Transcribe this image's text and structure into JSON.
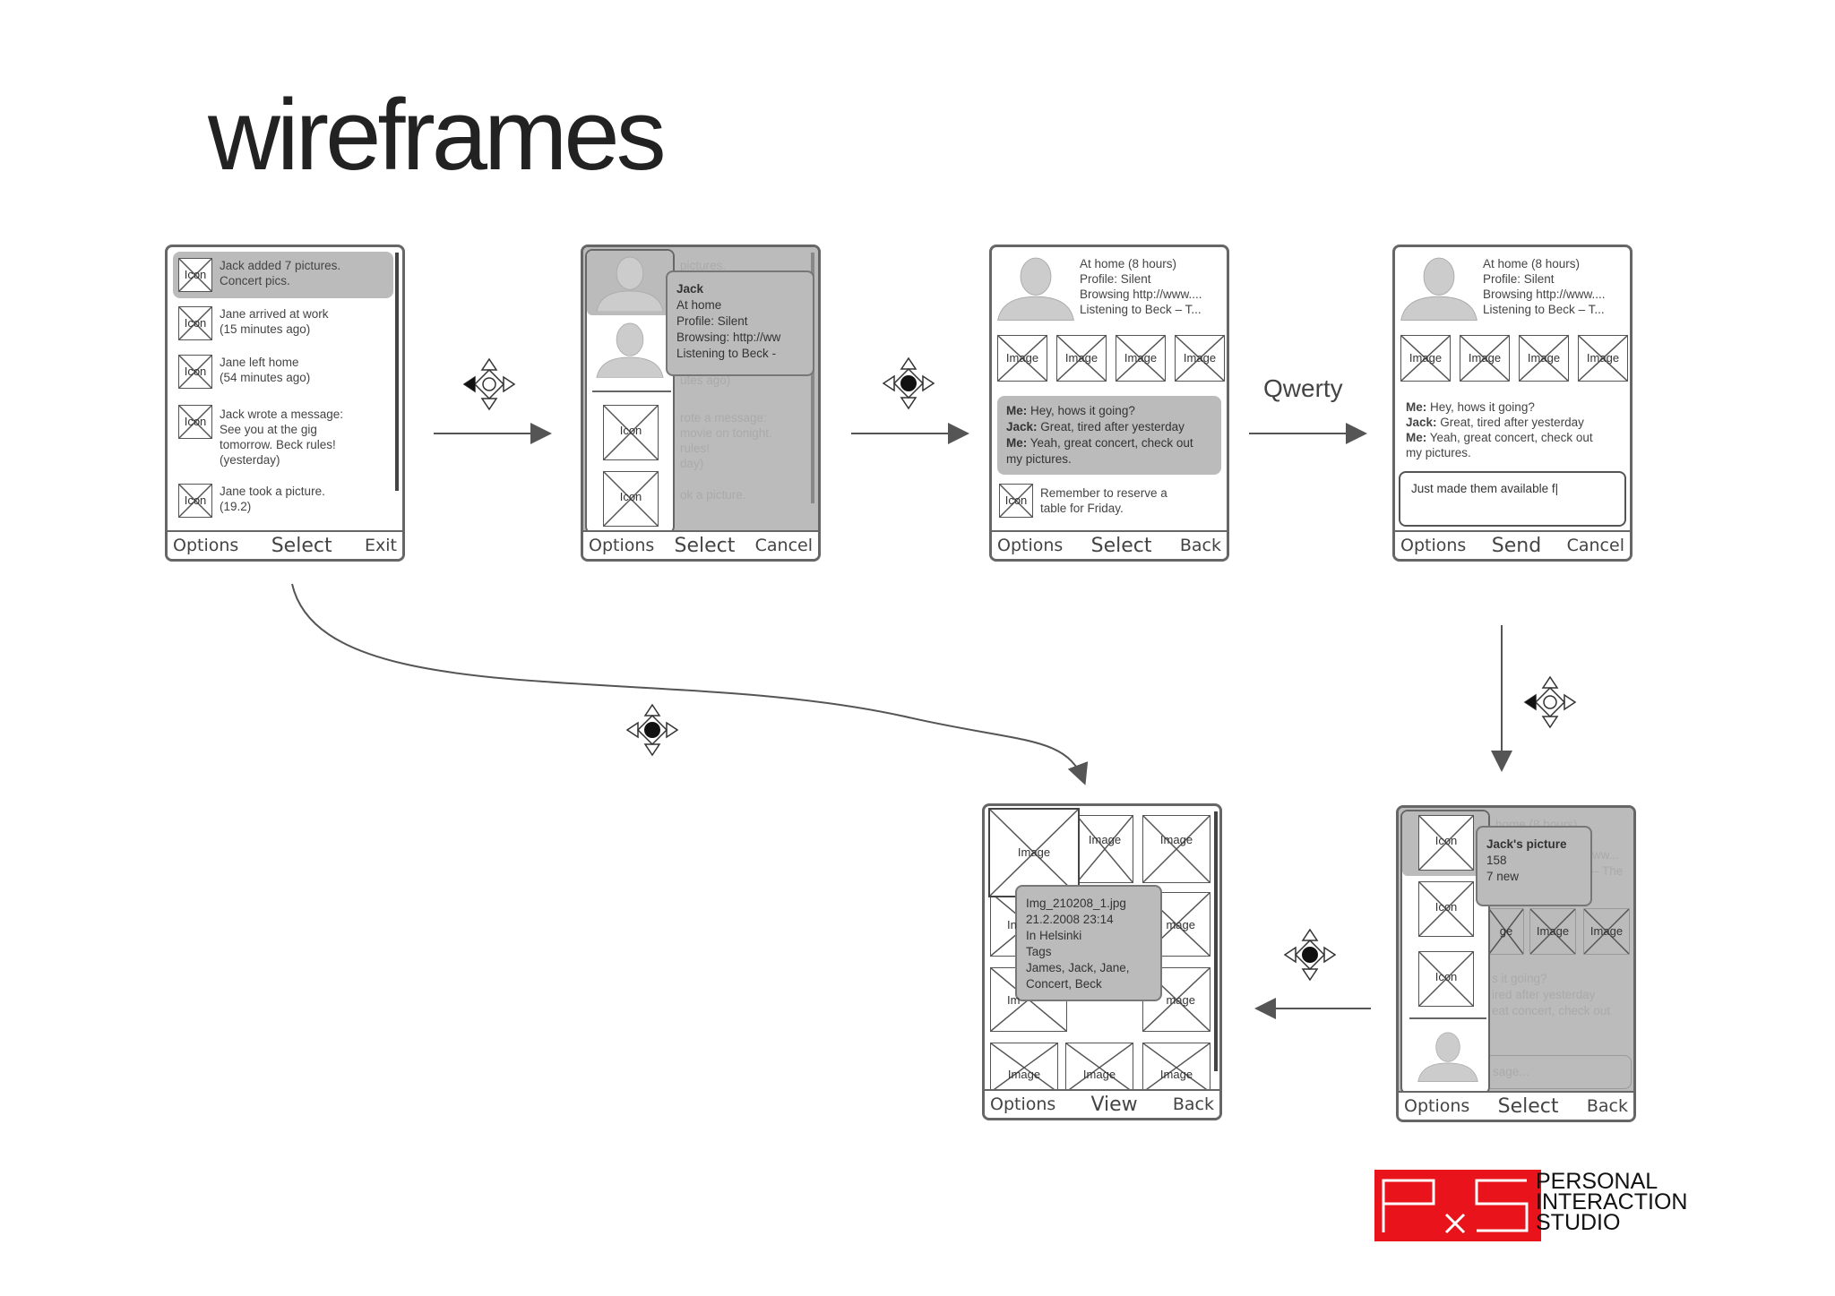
{
  "title": "wireframes",
  "labels": {
    "qwerty": "Qwerty"
  },
  "common": {
    "icon": "Icon",
    "image": "Image"
  },
  "screen1": {
    "items": [
      {
        "line1": "Jack added 7 pictures.",
        "line2": "Concert pics."
      },
      {
        "line1": "Jane arrived at work",
        "line2": "(15 minutes ago)"
      },
      {
        "line1": "Jane left home",
        "line2": "(54 minutes ago)"
      },
      {
        "line1": "Jack wrote a message:",
        "line2": "See you at the gig",
        "line3": "tomorrow. Beck rules!",
        "line4": "(yesterday)"
      },
      {
        "line1": "Jane took a picture.",
        "line2": "(19.2)"
      }
    ],
    "softkeys": {
      "left": "Options",
      "mid": "Select",
      "right": "Exit"
    }
  },
  "screen2": {
    "popup": {
      "name": "Jack",
      "l1": "At home",
      "l2": "Profile: Silent",
      "l3": "Browsing: http://ww",
      "l4": "Listening to Beck -"
    },
    "bg": {
      "a": "pictures.",
      "b": "utes ago)",
      "c": "rote a message:",
      "d": "movie on tonight.",
      "e": "rules!",
      "f": "day)",
      "g": "ok a picture."
    },
    "softkeys": {
      "left": "Options",
      "mid": "Select",
      "right": "Cancel"
    }
  },
  "screen3": {
    "status": [
      "At home (8 hours)",
      "Profile: Silent",
      "Browsing http://www....",
      "Listening to Beck – T..."
    ],
    "conversation": [
      {
        "who": "Me:",
        "text": "Hey, hows it going?"
      },
      {
        "who": "Jack:",
        "text": "Great, tired after yesterday"
      },
      {
        "who": "Me:",
        "text": "Yeah, great concert, check out"
      },
      {
        "who": "",
        "text": "my pictures."
      }
    ],
    "reminder": {
      "l1": "Remember to reserve a",
      "l2": "table for Friday."
    },
    "softkeys": {
      "left": "Options",
      "mid": "Select",
      "right": "Back"
    }
  },
  "screen4": {
    "status": [
      "At home (8 hours)",
      "Profile: Silent",
      "Browsing http://www....",
      "Listening to Beck – T..."
    ],
    "conversation": [
      {
        "who": "Me:",
        "text": "Hey, hows it going?"
      },
      {
        "who": "Jack:",
        "text": "Great, tired after yesterday"
      },
      {
        "who": "Me:",
        "text": "Yeah, great concert, check out"
      },
      {
        "who": "",
        "text": "my pictures."
      }
    ],
    "input_value": "Just made them available f|",
    "softkeys": {
      "left": "Options",
      "mid": "Send",
      "right": "Cancel"
    }
  },
  "screen5": {
    "popup": {
      "title": "Jack's picture",
      "l1": "158",
      "l2": "7 new"
    },
    "bg": {
      "a": "home (8 hours)",
      "b": "ww...",
      "c": "– The",
      "d": "ge",
      "e": "s it going?",
      "f": "ired after yesterday",
      "g": "eat concert, check out",
      "h": "sage..."
    },
    "softkeys": {
      "left": "Options",
      "mid": "Select",
      "right": "Back"
    }
  },
  "screen6": {
    "popup": {
      "l1": "Img_210208_1.jpg",
      "l2": "21.2.2008 23:14",
      "l3": "In Helsinki",
      "l4": "Tags",
      "l5": "James, Jack, Jane,",
      "l6": "Concert, Beck"
    },
    "partial": {
      "a": "In",
      "b": "mage",
      "c": "Im"
    },
    "softkeys": {
      "left": "Options",
      "mid": "View",
      "right": "Back"
    }
  },
  "logo": {
    "mark": "PxS",
    "l1": "PERSONAL",
    "l2": "INTERACTION",
    "l3": "STUDIO",
    "color": "#e8131b"
  }
}
